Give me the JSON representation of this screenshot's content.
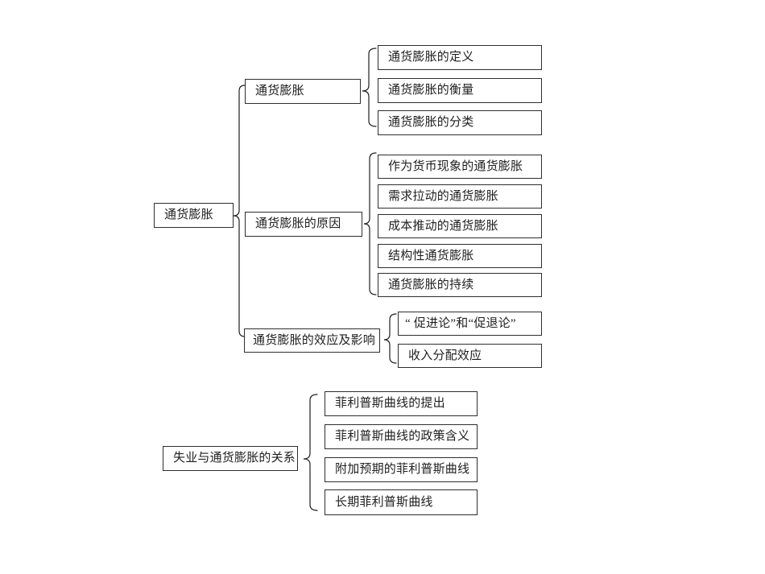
{
  "colors": {
    "ink": "#1f1f1f",
    "border": "#2e2e2e",
    "bg": "#ffffff"
  },
  "diagram": {
    "tree1": {
      "root": "通货膨胀",
      "branches": [
        {
          "label": "通货膨胀",
          "children": [
            "通货膨胀的定义",
            "通货膨胀的衡量",
            "通货膨胀的分类"
          ]
        },
        {
          "label": "通货膨胀的原因",
          "children": [
            "作为货币现象的通货膨胀",
            "需求拉动的通货膨胀",
            "成本推动的通货膨胀",
            "结构性通货膨胀",
            "通货膨胀的持续"
          ]
        },
        {
          "label": "通货膨胀的效应及影响",
          "children": [
            "“ 促进论”和“促退论”",
            "收入分配效应"
          ]
        }
      ]
    },
    "tree2": {
      "root": "失业与通货膨胀的关系",
      "children": [
        "菲利普斯曲线的提出",
        "菲利普斯曲线的政策含义",
        "附加预期的菲利普斯曲线",
        "长期菲利普斯曲线"
      ]
    }
  }
}
